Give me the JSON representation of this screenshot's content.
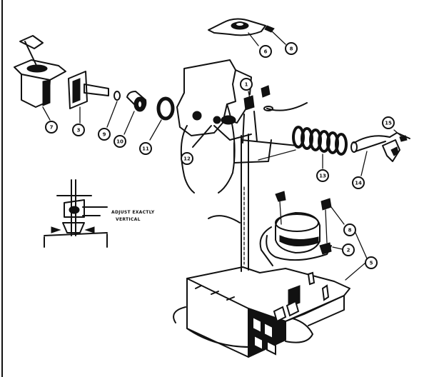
{
  "figure": {
    "note_lines": [
      "ADJUST EXACTLY",
      "VERTICAL"
    ],
    "callouts": [
      {
        "id": "c-6",
        "text": "6"
      },
      {
        "id": "c-8a",
        "text": "8"
      },
      {
        "id": "c-1",
        "text": "1"
      },
      {
        "id": "c-7",
        "text": "7"
      },
      {
        "id": "c-3",
        "text": "3"
      },
      {
        "id": "c-9",
        "text": "9"
      },
      {
        "id": "c-10",
        "text": "10"
      },
      {
        "id": "c-11",
        "text": "11"
      },
      {
        "id": "c-12a",
        "text": "12"
      },
      {
        "id": "c-13",
        "text": "13"
      },
      {
        "id": "c-14",
        "text": "14"
      },
      {
        "id": "c-15",
        "text": "15"
      },
      {
        "id": "c-8b",
        "text": "8"
      },
      {
        "id": "c-2",
        "text": "2"
      },
      {
        "id": "c-5",
        "text": "5"
      }
    ]
  }
}
